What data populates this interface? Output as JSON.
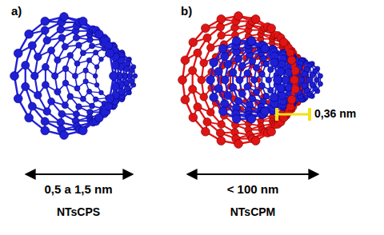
{
  "diagram": {
    "labels": [
      "a)",
      "b)",
      "0,5 a 1,5 nm",
      "NTsCPS",
      "0,36 nm",
      "< 100 nm",
      "NTsCPM"
    ]
  }
}
